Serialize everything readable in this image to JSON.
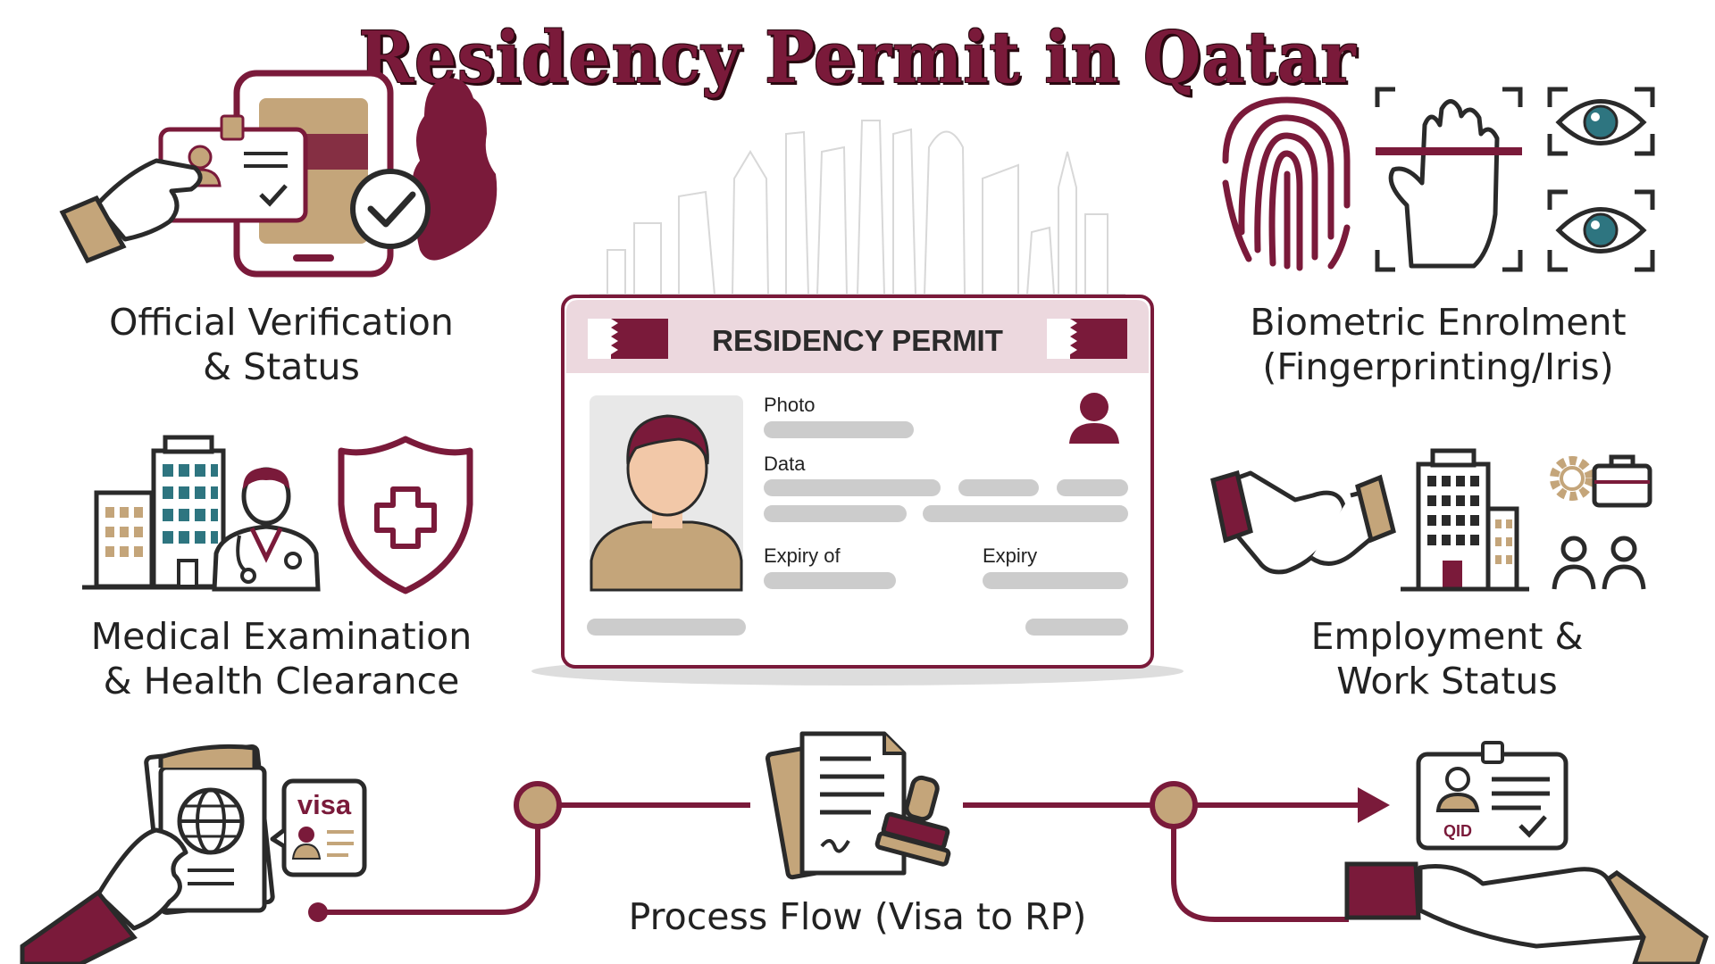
{
  "title": "Residency Permit in Qatar",
  "colors": {
    "maroon": "#7a1a3a",
    "tan": "#c4a57a",
    "teal": "#2e7580",
    "gray": "#cccccc"
  },
  "sections": {
    "verification": {
      "line1": "Official Verification",
      "line2": "& Status"
    },
    "biometric": {
      "line1": "Biometric Enrolment",
      "line2": "(Fingerprinting/Iris)"
    },
    "medical": {
      "line1": "Medical Examination",
      "line2": "& Health Clearance"
    },
    "employment": {
      "line1": "Employment &",
      "line2": "Work Status"
    },
    "process": {
      "label": "Process Flow (Visa to RP)"
    }
  },
  "card": {
    "header": "RESIDENCY PERMIT",
    "photo_label": "Photo",
    "data_label": "Data",
    "expiry_of_label": "Expiry of",
    "expiry_label": "Expiry"
  },
  "icons": {
    "visa_tag": "visa",
    "qid_tag": "QID"
  }
}
